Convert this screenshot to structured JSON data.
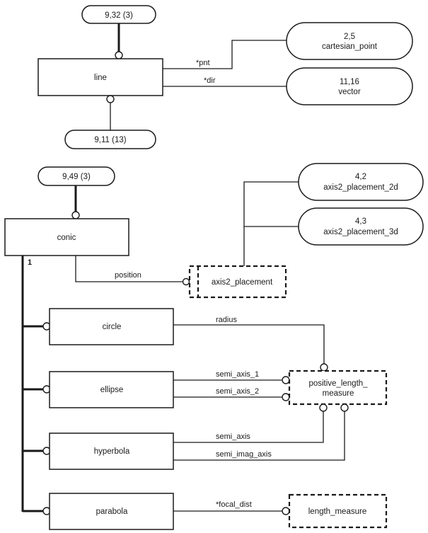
{
  "diagram": {
    "top": {
      "entity": "line",
      "refs": {
        "supertype": "9,32 (3)",
        "subtype": "9,11 (13)"
      },
      "attributes": [
        {
          "name": "*pnt",
          "target_ref": "2,5",
          "target_name": "cartesian_point"
        },
        {
          "name": "*dir",
          "target_ref": "11,16",
          "target_name": "vector"
        }
      ]
    },
    "bottom": {
      "entity": "conic",
      "supertype_ref": "9,49 (3)",
      "subtype_cardinality": "1",
      "position": {
        "name": "position",
        "target": "axis2_placement",
        "select_options": [
          {
            "ref": "4,2",
            "name": "axis2_placement_2d"
          },
          {
            "ref": "4,3",
            "name": "axis2_placement_3d"
          }
        ]
      },
      "subtypes": [
        {
          "name": "circle",
          "attributes": [
            "radius"
          ]
        },
        {
          "name": "ellipse",
          "attributes": [
            "semi_axis_1",
            "semi_axis_2"
          ]
        },
        {
          "name": "hyperbola",
          "attributes": [
            "semi_axis",
            "semi_imag_axis"
          ]
        },
        {
          "name": "parabola",
          "attributes": [
            "*focal_dist"
          ]
        }
      ],
      "positive_length_measure": [
        "positive_length_",
        "measure"
      ],
      "length_measure": "length_measure"
    }
  }
}
